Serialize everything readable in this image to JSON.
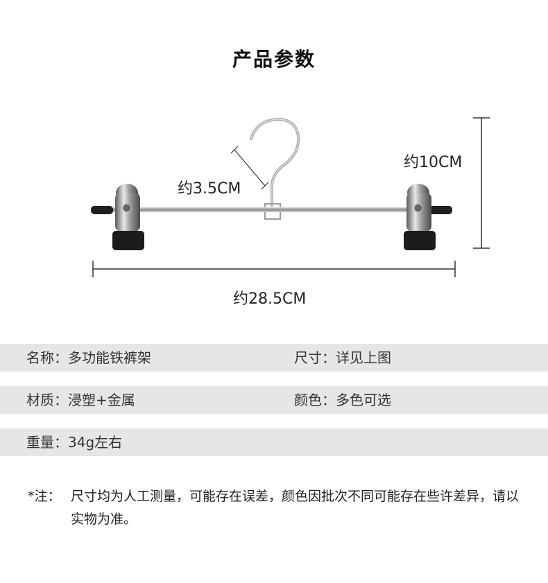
{
  "title": "产品参数",
  "dimensions": {
    "hook": "约3.5CM",
    "height": "约10CM",
    "width": "约28.5CM"
  },
  "specs": {
    "name": "名称：多功能铁裤架",
    "size": "尺寸：详见上图",
    "material": "材质：浸塑+金属",
    "color": "颜色：多色可选",
    "weight": "重量：34g左右"
  },
  "note": {
    "prefix": "*注：",
    "text": "尺寸均为人工测量，可能存在误差，颜色因批次不同可能存在些许差异，请以实物为准。"
  }
}
